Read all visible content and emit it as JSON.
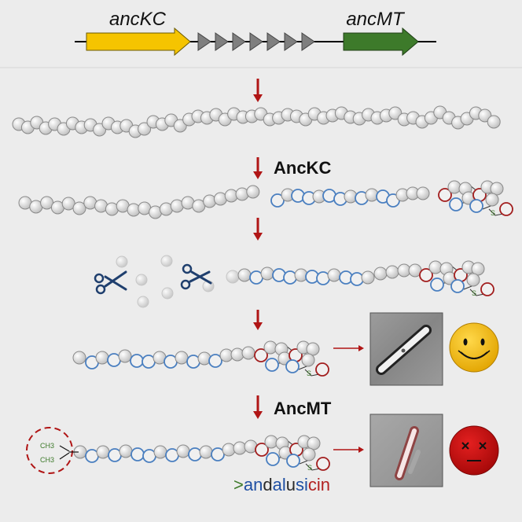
{
  "gene_cluster": {
    "gene1_label": "ancKC",
    "gene2_label": "ancMT",
    "colors": {
      "gene1": "#f5c400",
      "gene2": "#3d7a2a",
      "middle_genes": "#7f7f7f"
    }
  },
  "steps": {
    "step2_label": "AncKC",
    "step5_label": "AncMT"
  },
  "methyl_group": {
    "top": "CH3",
    "bottom": "CH3"
  },
  "sulfur_label": "S",
  "product_name": {
    "prefix": ">",
    "segments": [
      {
        "text": "an",
        "color": "#1f4fa3"
      },
      {
        "text": "d",
        "color": "#2a2a2a"
      },
      {
        "text": "al",
        "color": "#1f4fa3"
      },
      {
        "text": "u",
        "color": "#2a2a2a"
      },
      {
        "text": "si",
        "color": "#1f4fa3"
      },
      {
        "text": "cin",
        "color": "#b22222"
      }
    ]
  },
  "colors": {
    "arrow": "#b01515",
    "bead_grey": "#dcdcdc",
    "bead_blue": "#4a7fc0",
    "bead_red": "#a21e1e",
    "happy_face": "#f2b800",
    "dead_face": "#c41010"
  },
  "icons": [
    "scissors-icon",
    "happy-face-icon",
    "dead-face-icon",
    "microscopy-image"
  ]
}
